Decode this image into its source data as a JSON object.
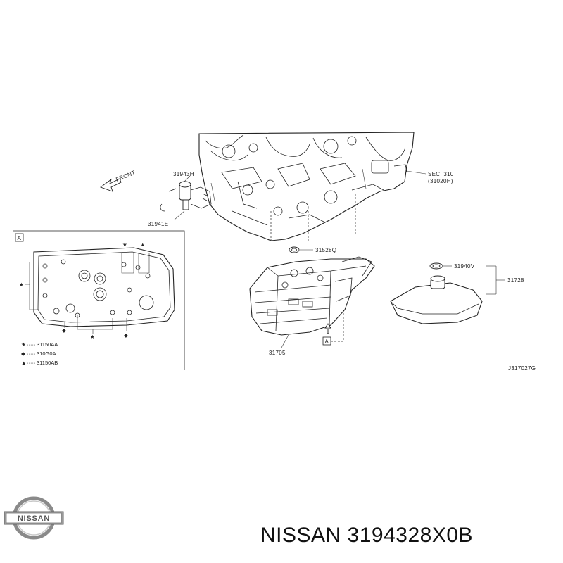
{
  "diagram": {
    "front_label": "FRONT",
    "labels": {
      "p31943h": "31943H",
      "p31941e": "31941E",
      "sec": "SEC. 310",
      "sec_ref": "(31020H)",
      "p31528q": "31528Q",
      "p31940v": "31940V",
      "p31728": "31728",
      "p31705": "31705",
      "view_a_marker": "A",
      "box_marker": "A",
      "figure_code": "J317027G"
    },
    "legend": [
      {
        "symbol": "★",
        "code": "31150AA"
      },
      {
        "symbol": "◆",
        "code": "310G0A"
      },
      {
        "symbol": "▲",
        "code": "31150AB"
      }
    ]
  },
  "footer": {
    "brand_logo_text": "NISSAN",
    "caption": "NISSAN 3194328X0B"
  }
}
